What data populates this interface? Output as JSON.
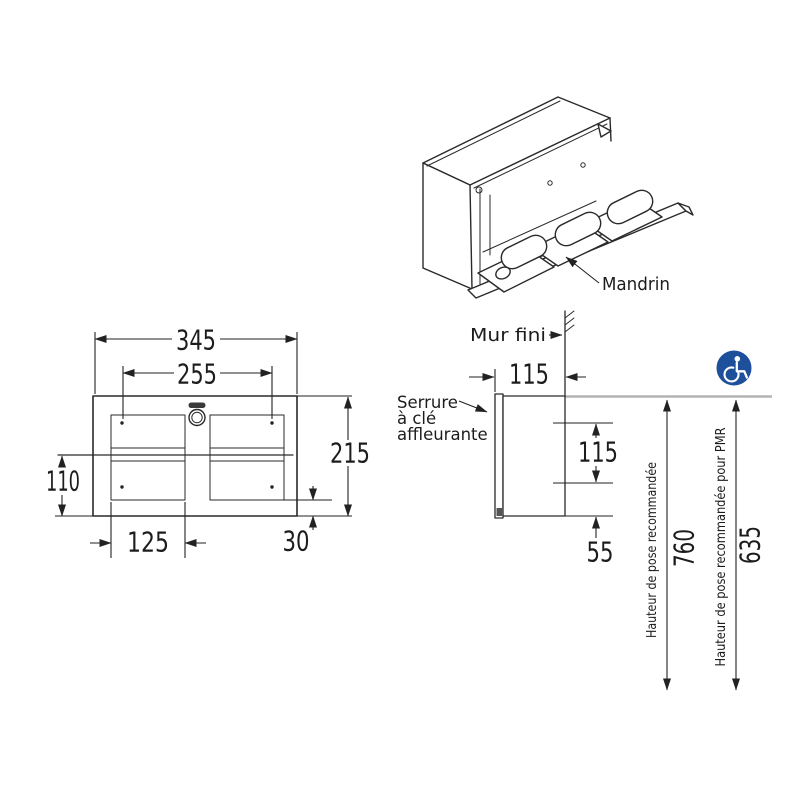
{
  "colors": {
    "line": "#2a2a2a",
    "dimension_red": "#c92f2f",
    "pictogram_blue": "#1d4f9b",
    "reference_line_gray": "#b3b3b3"
  },
  "iso_view": {
    "mandrin_label": "Mandrin"
  },
  "front_view": {
    "overall_width": "345",
    "fixing_spacing": "255",
    "overall_height": "215",
    "lower_height": "110",
    "window_width": "125",
    "bottom_offset": "30"
  },
  "side_view": {
    "wall_label": "Mur fini",
    "lock_label_line1": "Serrure",
    "lock_label_line2": "à clé",
    "lock_label_line3": "affleurante",
    "depth": "115",
    "inner_spacing": "115",
    "bottom_spacing": "55"
  },
  "mounting": {
    "standard_label": "Hauteur de pose recommandée",
    "standard_height": "760",
    "pmr_label": "Hauteur de pose recommandée pour PMR",
    "pmr_height": "635"
  },
  "icons": {
    "wheelchair": "wheelchair-icon"
  }
}
